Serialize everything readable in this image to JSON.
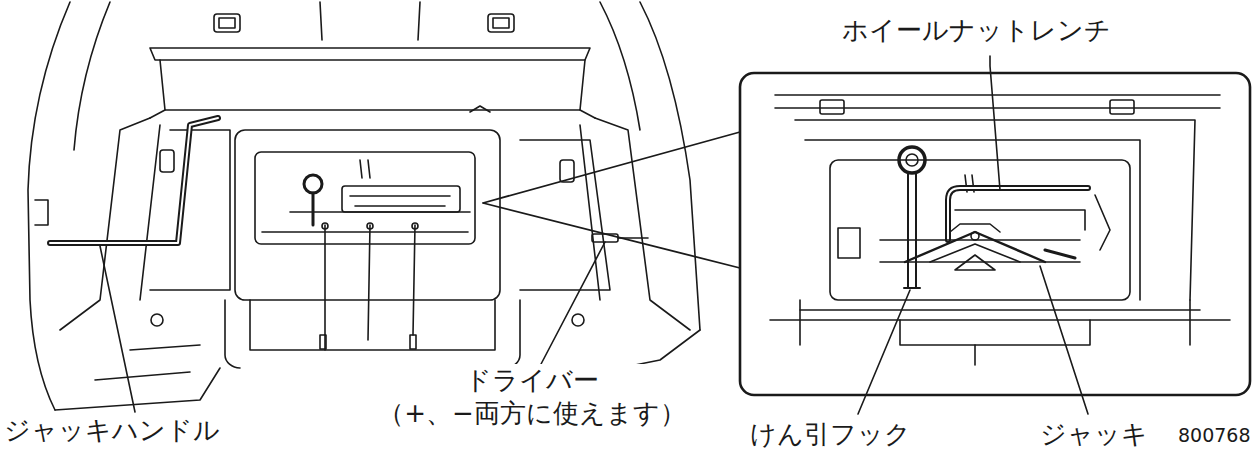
{
  "diagram": {
    "labels": [
      "ホイールナットレンチ",
      "ドライバー （+、−両方に使えます）",
      "ジャッキハンドル",
      "けん引フック",
      "ジャッキ",
      "800768"
    ]
  }
}
